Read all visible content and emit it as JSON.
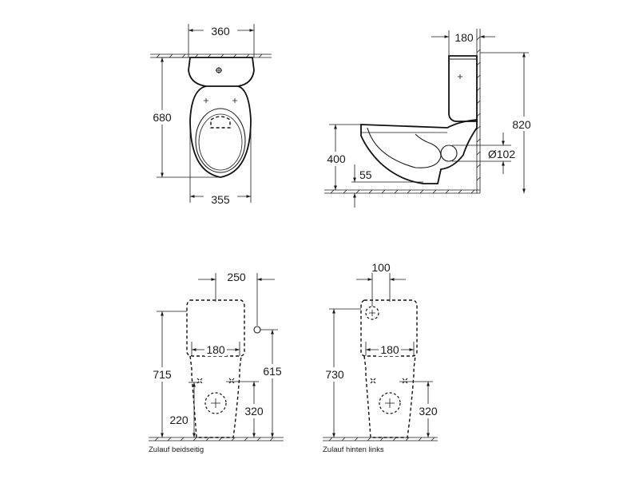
{
  "top_view": {
    "width_top": "360",
    "width_bottom": "355",
    "length": "680"
  },
  "side_view": {
    "tank_depth": "180",
    "total_height": "820",
    "seat_height": "400",
    "outlet_height": "55",
    "outlet_diameter": "Ø102"
  },
  "rear_view_left": {
    "offset": "250",
    "tank_holes": "180",
    "total_height": "715",
    "inlet_height": "615",
    "fixing_height": "220",
    "drain_height": "320",
    "caption": "Zulauf beidseitig"
  },
  "rear_view_right": {
    "offset": "100",
    "tank_holes": "180",
    "total_height": "730",
    "drain_height": "320",
    "caption": "Zulauf hinten links"
  }
}
